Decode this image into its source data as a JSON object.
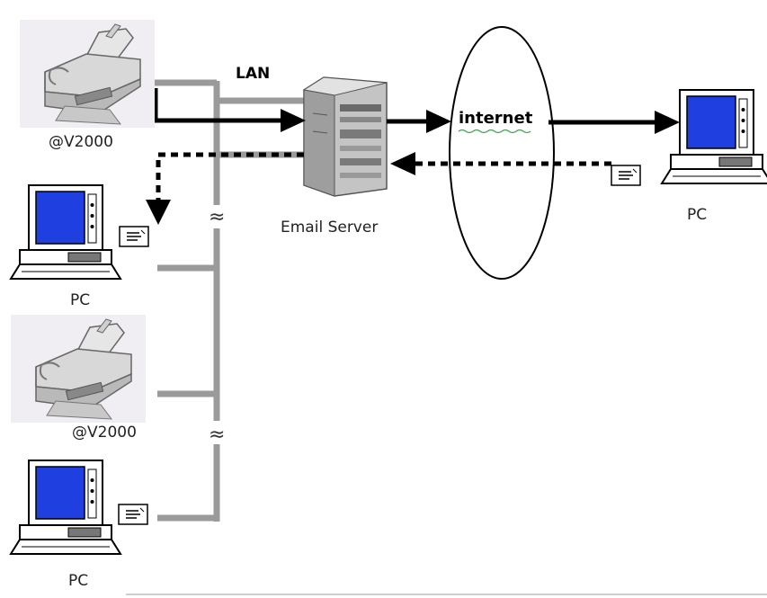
{
  "labels": {
    "lan": "LAN",
    "internet": "internet",
    "email_server": "Email Server",
    "scanner_top": "@V2000",
    "scanner_bottom": "@V2000",
    "pc_top_left": "PC",
    "pc_bottom_left": "PC",
    "pc_right": "PC",
    "approx_top": "≈",
    "approx_bottom": "≈"
  },
  "colors": {
    "lan_line": "#9a9a9a",
    "arrow": "#000000",
    "screen": "#1f3fe0",
    "pc_body": "#ffffff",
    "server_body": "#b8b8b8"
  },
  "icons": {
    "scanner": "scanner-icon",
    "pc": "pc-icon",
    "server": "server-icon",
    "envelope": "envelope-icon"
  }
}
